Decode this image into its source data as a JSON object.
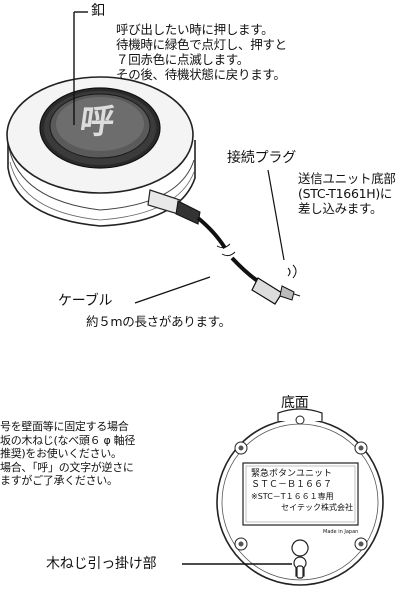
{
  "button": {
    "label": "釦",
    "desc_lines": [
      "呼び出したい時に押します。",
      "待機時に緑色で点灯し、押すと",
      "７回赤色に点滅します。",
      "その後、待機状態に戻ります。"
    ],
    "face_char": "呼"
  },
  "plug": {
    "label": "接続プラグ",
    "desc_lines": [
      "送信ユニット底部",
      "(STC-T1661H)に",
      "差し込みます。"
    ]
  },
  "cable": {
    "label": "ケーブル",
    "desc": "約５mの長さがあります。"
  },
  "bottom": {
    "title": "底面",
    "mount_lines": [
      "号を壁面等に固定する場合",
      "坂の木ねじ(なべ頭６ φ 軸径",
      "推奨)をお使いください。",
      "場合、「呼」の文字が逆さに",
      "ますがご了承ください。"
    ],
    "hook_label": "木ねじ引っ掛け部",
    "plate_lines": [
      "緊急ボタンユニット",
      "ＳＴＣ－Ｂ１６６７",
      "※STC－T１６６１専用",
      "セイテック株式会社"
    ],
    "made_in": "Made in Japan"
  }
}
